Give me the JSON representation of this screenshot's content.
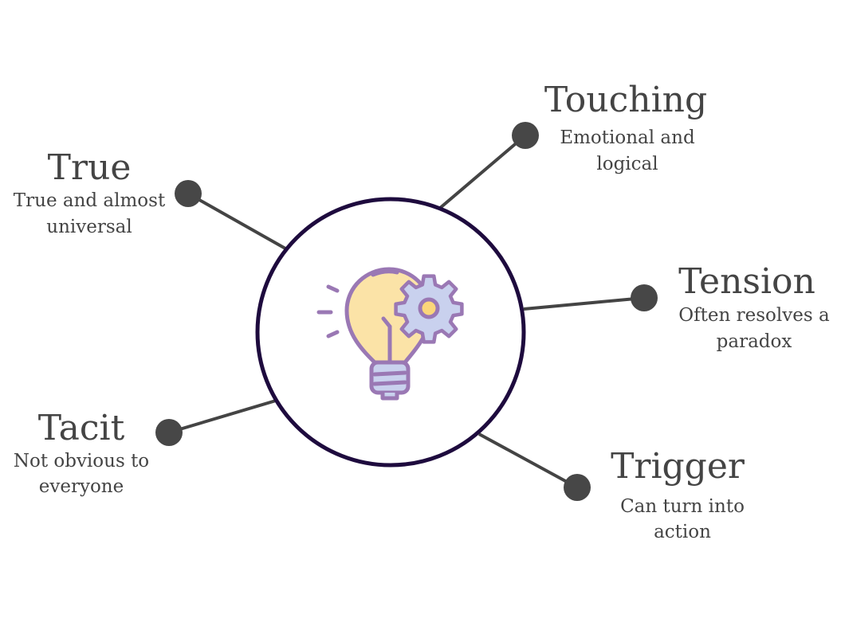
{
  "center": {
    "icon": "lightbulb-gear-icon",
    "ring_color": "#1e0b3e"
  },
  "colors": {
    "text": "#444444",
    "connector": "#444444",
    "dot": "#474747",
    "bulb_fill": "#fbe3a7",
    "outline": "#9a78b4",
    "gear_fill": "#c9d1ee"
  },
  "nodes": [
    {
      "title": "True",
      "lines": [
        "True and almost",
        "universal"
      ]
    },
    {
      "title": "Touching",
      "lines": [
        "Emotional and",
        "logical"
      ]
    },
    {
      "title": "Tension",
      "lines": [
        "Often resolves a",
        "paradox"
      ]
    },
    {
      "title": "Tacit",
      "lines": [
        "Not obvious to",
        "everyone"
      ]
    },
    {
      "title": "Trigger",
      "lines": [
        "Can turn into",
        "action"
      ]
    }
  ]
}
